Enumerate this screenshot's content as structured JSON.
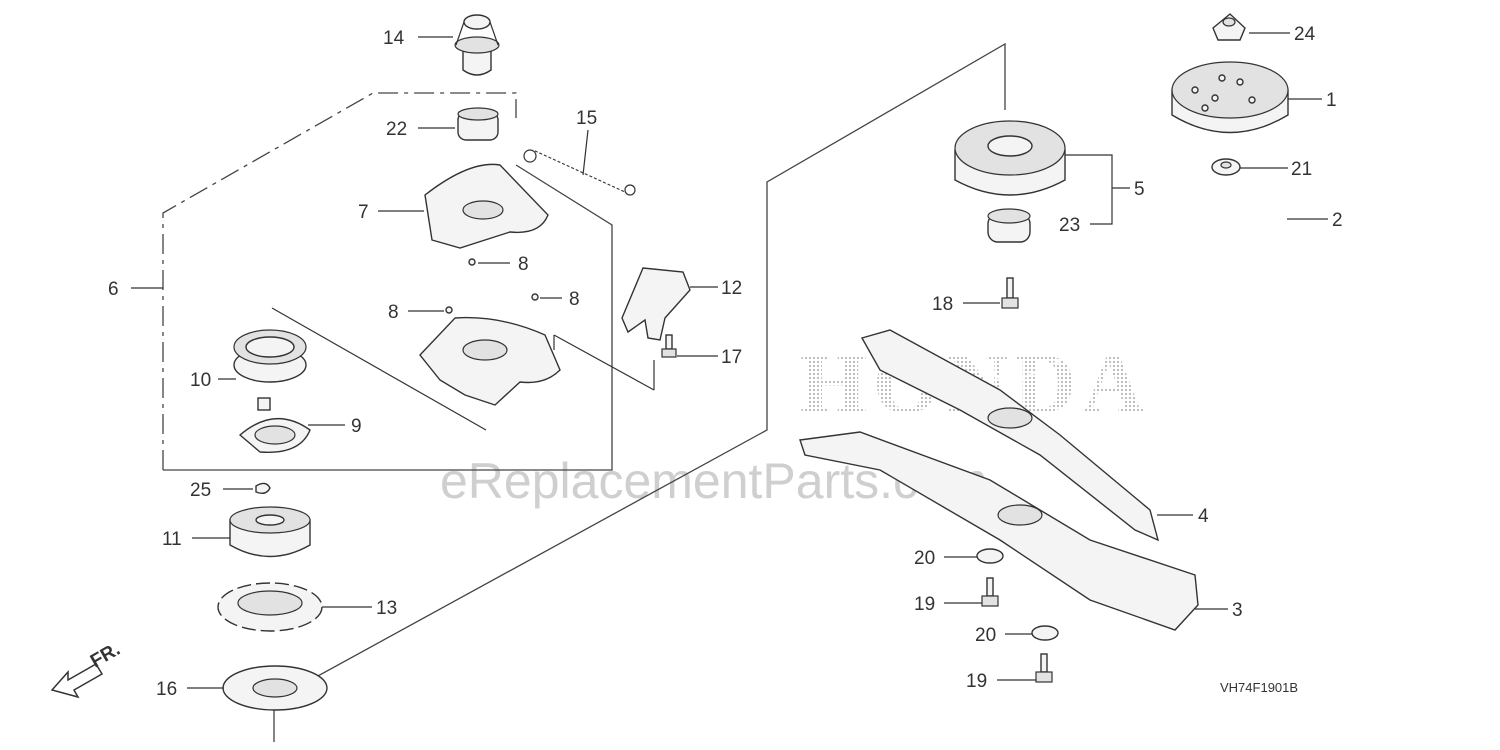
{
  "diagram_code": "VH74F1901B",
  "watermark": "eReplacementParts.com",
  "brand": "HONDA",
  "direction_label": "FR.",
  "callouts": {
    "c1": "1",
    "c2": "2",
    "c3": "3",
    "c4": "4",
    "c5": "5",
    "c6": "6",
    "c7": "7",
    "c8a": "8",
    "c8b": "8",
    "c8c": "8",
    "c9": "9",
    "c10": "10",
    "c11": "11",
    "c12": "12",
    "c13": "13",
    "c14": "14",
    "c15": "15",
    "c16": "16",
    "c17": "17",
    "c18": "18",
    "c19a": "19",
    "c19b": "19",
    "c20a": "20",
    "c20b": "20",
    "c21": "21",
    "c22": "22",
    "c23": "23",
    "c24": "24",
    "c25": "25"
  }
}
